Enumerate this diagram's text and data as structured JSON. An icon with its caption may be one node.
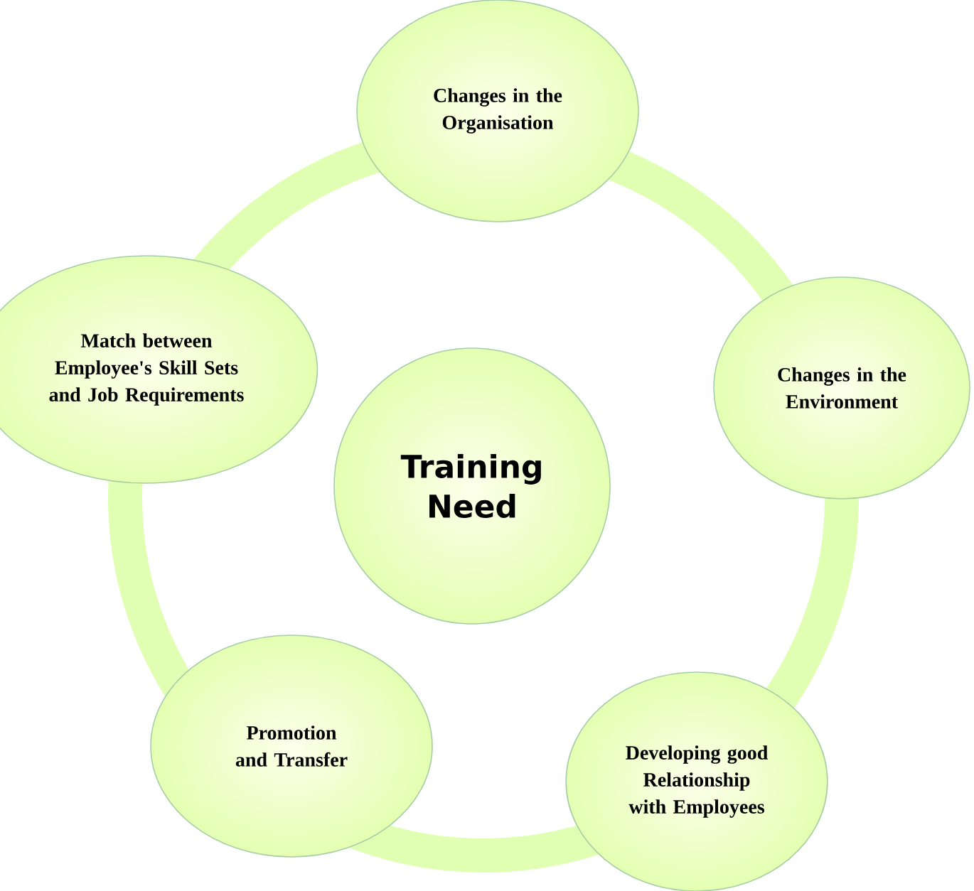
{
  "diagram": {
    "nodes": [
      {
        "text": [
          "Training Need"
        ]
      },
      {
        "text": [
          "Changes in the Organisation"
        ]
      },
      {
        "text": [
          "Changes in the Environment"
        ]
      },
      {
        "text": [
          "Developing good Relationship with Employees"
        ]
      },
      {
        "text": [
          "Promotion and Transfer"
        ]
      },
      {
        "text": [
          "Match between Employee's Skill Sets and Job Requirements"
        ]
      }
    ]
  }
}
